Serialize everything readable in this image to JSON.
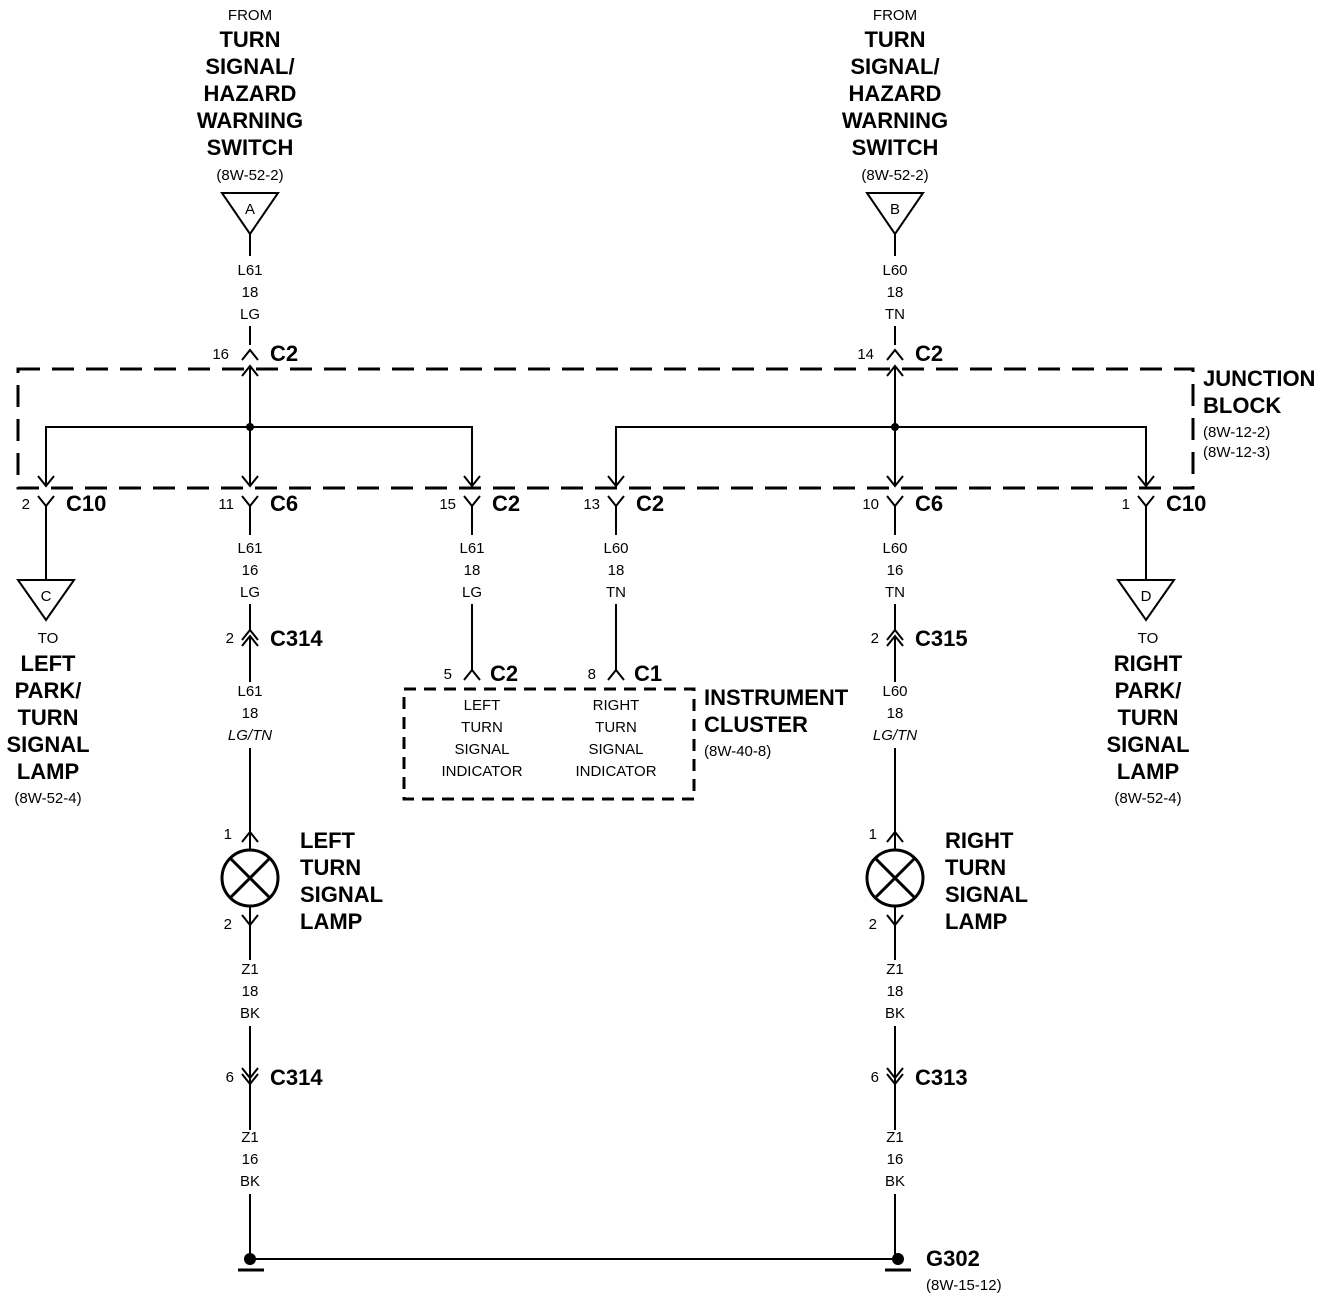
{
  "sources": {
    "left": {
      "from": "FROM",
      "lines": [
        "TURN",
        "SIGNAL/",
        "HAZARD",
        "WARNING",
        "SWITCH"
      ],
      "ref": "(8W-52-2)",
      "tag": "A",
      "wire": [
        "L61",
        "18",
        "LG"
      ],
      "pin": "16",
      "conn": "C2"
    },
    "right": {
      "from": "FROM",
      "lines": [
        "TURN",
        "SIGNAL/",
        "HAZARD",
        "WARNING",
        "SWITCH"
      ],
      "ref": "(8W-52-2)",
      "tag": "B",
      "wire": [
        "L60",
        "18",
        "TN"
      ],
      "pin": "14",
      "conn": "C2"
    }
  },
  "junction_block": {
    "lines": [
      "JUNCTION",
      "BLOCK"
    ],
    "refs": [
      "(8W-12-2)",
      "(8W-12-3)"
    ]
  },
  "outputs": [
    {
      "pin": "2",
      "conn": "C10",
      "wire": []
    },
    {
      "pin": "11",
      "conn": "C6",
      "wire": [
        "L61",
        "16",
        "LG"
      ]
    },
    {
      "pin": "15",
      "conn": "C2",
      "wire": [
        "L61",
        "18",
        "LG"
      ]
    },
    {
      "pin": "13",
      "conn": "C2",
      "wire": [
        "L60",
        "18",
        "TN"
      ]
    },
    {
      "pin": "10",
      "conn": "C6",
      "wire": [
        "L60",
        "16",
        "TN"
      ]
    },
    {
      "pin": "1",
      "conn": "C10",
      "wire": []
    }
  ],
  "left_park": {
    "tag": "C",
    "to": "TO",
    "lines": [
      "LEFT",
      "PARK/",
      "TURN",
      "SIGNAL",
      "LAMP"
    ],
    "ref": "(8W-52-4)"
  },
  "right_park": {
    "tag": "D",
    "to": "TO",
    "lines": [
      "RIGHT",
      "PARK/",
      "TURN",
      "SIGNAL",
      "LAMP"
    ],
    "ref": "(8W-52-4)"
  },
  "left_branch": {
    "inline1": {
      "pin": "2",
      "conn": "C314"
    },
    "wire2": [
      "L61",
      "18",
      "LG/TN"
    ],
    "lamp": {
      "pin_top": "1",
      "pin_bottom": "2",
      "lines": [
        "LEFT",
        "TURN",
        "SIGNAL",
        "LAMP"
      ]
    },
    "wire3": [
      "Z1",
      "18",
      "BK"
    ],
    "inline2": {
      "pin": "6",
      "conn": "C314"
    },
    "wire4": [
      "Z1",
      "16",
      "BK"
    ]
  },
  "right_branch": {
    "inline1": {
      "pin": "2",
      "conn": "C315"
    },
    "wire2": [
      "L60",
      "18",
      "LG/TN"
    ],
    "lamp": {
      "pin_top": "1",
      "pin_bottom": "2",
      "lines": [
        "RIGHT",
        "TURN",
        "SIGNAL",
        "LAMP"
      ]
    },
    "wire3": [
      "Z1",
      "18",
      "BK"
    ],
    "inline2": {
      "pin": "6",
      "conn": "C313"
    },
    "wire4": [
      "Z1",
      "16",
      "BK"
    ]
  },
  "cluster": {
    "left_pin": {
      "pin": "5",
      "conn": "C2"
    },
    "right_pin": {
      "pin": "8",
      "conn": "C1"
    },
    "left_indicator": [
      "LEFT",
      "TURN",
      "SIGNAL",
      "INDICATOR"
    ],
    "right_indicator": [
      "RIGHT",
      "TURN",
      "SIGNAL",
      "INDICATOR"
    ],
    "lines": [
      "INSTRUMENT",
      "CLUSTER"
    ],
    "ref": "(8W-40-8)"
  },
  "ground": {
    "name": "G302",
    "ref": "(8W-15-12)"
  }
}
